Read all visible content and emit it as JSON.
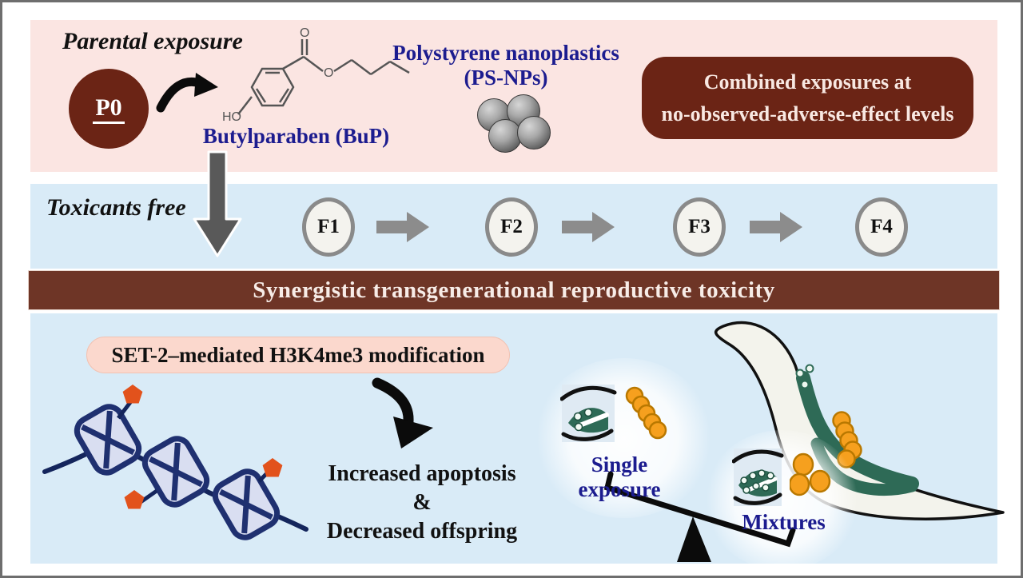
{
  "top_panel": {
    "title": "Parental exposure",
    "p0_label": "P0",
    "butylparaben_label": "Butylparaben (BuP)",
    "ps_nps_line1": "Polystyrene nanoplastics",
    "ps_nps_line2": "(PS-NPs)",
    "combined_box_line1": "Combined exposures at",
    "combined_box_line2": "no-observed-adverse-effect levels",
    "chem": {
      "ho": "HO",
      "o_carbonyl": "O",
      "o_ester": "O"
    }
  },
  "middle_panel": {
    "label": "Toxicants free",
    "generations": [
      "F1",
      "F2",
      "F3",
      "F4"
    ]
  },
  "banner": {
    "text": "Synergistic transgenerational reproductive toxicity"
  },
  "bottom_panel": {
    "set2_box_label": "SET-2–mediated H3K4me3 modification",
    "effects_line1": "Increased apoptosis",
    "effects_amp": "&",
    "effects_line2": "Decreased offspring",
    "single_exposure_label": "Single exposure",
    "mixtures_label": "Mixtures"
  },
  "colors": {
    "panel_pink": "#fbe5e2",
    "panel_blue": "#d9ebf7",
    "maroon": "#6b2415",
    "banner_brown": "#6e3526",
    "navy_text": "#1c1c8f",
    "gray_arrow": "#8c8c8c",
    "teal_gonad": "#2e6a56",
    "egg_orange": "#f6a01e",
    "methyl_pentagon": "#e2521c",
    "nucleosome_navy": "#1f3070"
  }
}
